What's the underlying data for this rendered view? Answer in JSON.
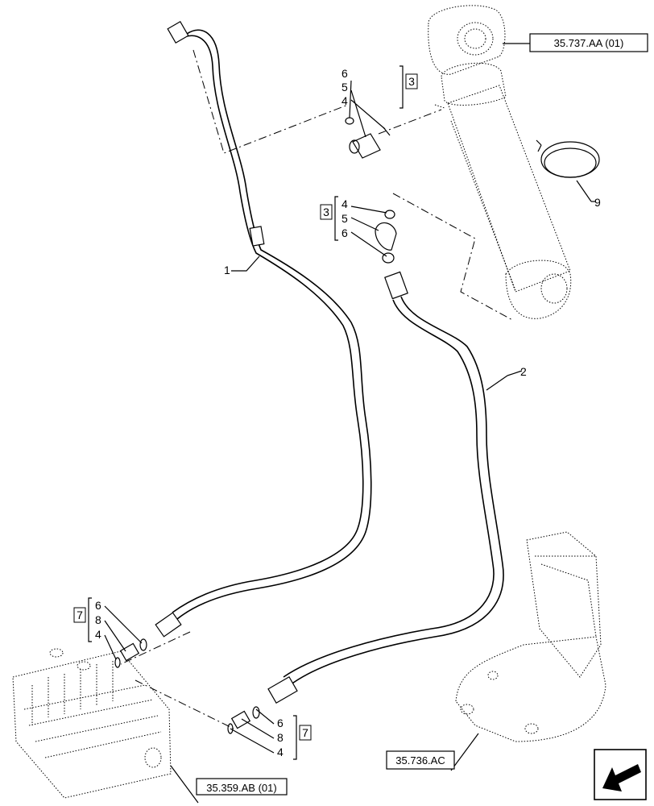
{
  "references": {
    "cylinder": "35.737.AA (01)",
    "valve": "35.359.AB (01)",
    "bracket": "35.736.AC"
  },
  "callouts": {
    "hose_1": "1",
    "hose_2": "2",
    "clamp": "9"
  },
  "groups": [
    {
      "box": "3",
      "items": [
        "6",
        "5",
        "4"
      ]
    },
    {
      "box": "3",
      "items": [
        "4",
        "5",
        "6"
      ]
    },
    {
      "box": "7",
      "items": [
        "6",
        "8",
        "4"
      ]
    },
    {
      "box": "7",
      "items": [
        "6",
        "8",
        "4"
      ]
    }
  ],
  "nav_icon": "next-page-arrow-icon"
}
